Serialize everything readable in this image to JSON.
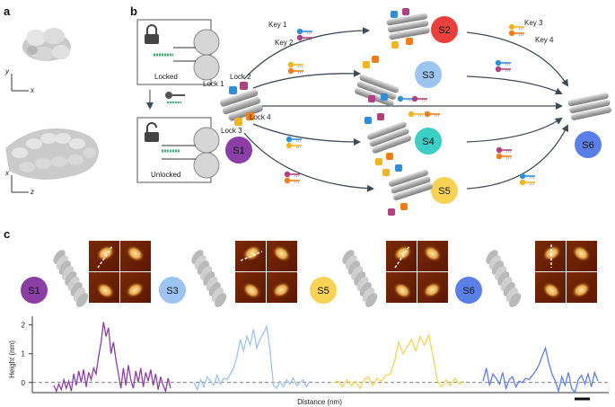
{
  "panels": {
    "a": "a",
    "b": "b",
    "c": "c"
  },
  "axes_a": {
    "y": "y",
    "x": "x",
    "x2": "x",
    "z": "z"
  },
  "lock_box": {
    "locked": "Locked",
    "unlocked": "Unlocked"
  },
  "locks": {
    "lock1": "Lock 1",
    "lock2": "Lock 2",
    "lock3": "Lock 3",
    "lock4": "Lock 4"
  },
  "keys": {
    "key1": "Key 1",
    "key2": "Key 2",
    "key3": "Key 3",
    "key4": "Key 4"
  },
  "states": [
    {
      "label": "S1",
      "color": "#8b3ea6"
    },
    {
      "label": "S2",
      "color": "#e8403c"
    },
    {
      "label": "S3",
      "color": "#9dc3f0"
    },
    {
      "label": "S4",
      "color": "#3ccfc6"
    },
    {
      "label": "S5",
      "color": "#f7d255"
    },
    {
      "label": "S6",
      "color": "#5a7fe6"
    }
  ],
  "panel_c_states": [
    "S1",
    "S3",
    "S5",
    "S6"
  ],
  "colors": {
    "key_blue": "#2f8fd6",
    "key_magenta": "#b0407f",
    "key_yellow": "#f0b520",
    "key_orange": "#ee7d1a",
    "afm_dark": "#6b1d05",
    "afm_light": "#f5d07a",
    "dna_green": "#3bb06a"
  },
  "chart_data": {
    "type": "line",
    "xlabel": "Distance (nm)",
    "ylabel": "Height (nm)",
    "yticks": [
      0,
      1,
      2
    ],
    "ylim": [
      -0.35,
      2.3
    ],
    "baseline": 0,
    "series": [
      {
        "color": "#8b3ea6",
        "values": [
          -0.1,
          -0.3,
          -0.05,
          -0.25,
          0.1,
          -0.2,
          0.05,
          -0.3,
          0.3,
          -0.1,
          0.4,
          0.0,
          0.45,
          -0.15,
          0.35,
          0.1,
          0.5,
          0.3,
          0.9,
          1.4,
          2.1,
          1.6,
          1.9,
          1.0,
          1.4,
          0.8,
          0.3,
          -0.2,
          0.5,
          -0.1,
          0.6,
          0.1,
          -0.2,
          0.4,
          0.0,
          0.5,
          -0.15,
          0.35,
          0.05,
          0.45,
          -0.1,
          0.3,
          -0.25,
          0.2,
          -0.1,
          -0.3,
          0.15,
          -0.2
        ]
      },
      {
        "color": "#9dc3f0",
        "values": [
          0.0,
          -0.25,
          0.1,
          -0.15,
          0.2,
          0.05,
          -0.1,
          0.25,
          -0.05,
          0.15,
          0.1,
          0.3,
          0.5,
          0.9,
          1.5,
          1.1,
          1.6,
          1.3,
          1.85,
          1.2,
          1.5,
          1.7,
          1.95,
          1.1,
          -0.1,
          -0.2,
          0.05,
          -0.15,
          0.1,
          -0.05,
          0.15,
          -0.1,
          0.0,
          0.1,
          -0.15,
          0.05
        ]
      },
      {
        "color": "#f7d255",
        "values": [
          0.0,
          0.05,
          -0.15,
          0.1,
          -0.1,
          0.05,
          -0.2,
          0.1,
          0.2,
          -0.1,
          0.15,
          0.05,
          0.25,
          0.3,
          0.7,
          1.4,
          1.0,
          1.25,
          1.5,
          1.1,
          1.6,
          1.3,
          1.65,
          0.9,
          0.05,
          -0.15,
          0.1,
          -0.1,
          0.15,
          -0.05,
          0.05
        ]
      },
      {
        "color": "#5a7fe6",
        "values": [
          0.05,
          0.5,
          -0.1,
          0.3,
          0.15,
          -0.05,
          0.35,
          -0.2,
          0.1,
          0.2,
          -0.15,
          0.05,
          0.0,
          0.15,
          0.1,
          0.25,
          0.4,
          0.6,
          0.9,
          1.2,
          0.7,
          0.3,
          0.05,
          -0.3,
          0.2,
          -0.1,
          0.35,
          -0.2,
          -0.35,
          0.1,
          0.25,
          -0.05,
          0.3,
          -0.15,
          0.35,
          0.05
        ]
      }
    ]
  }
}
